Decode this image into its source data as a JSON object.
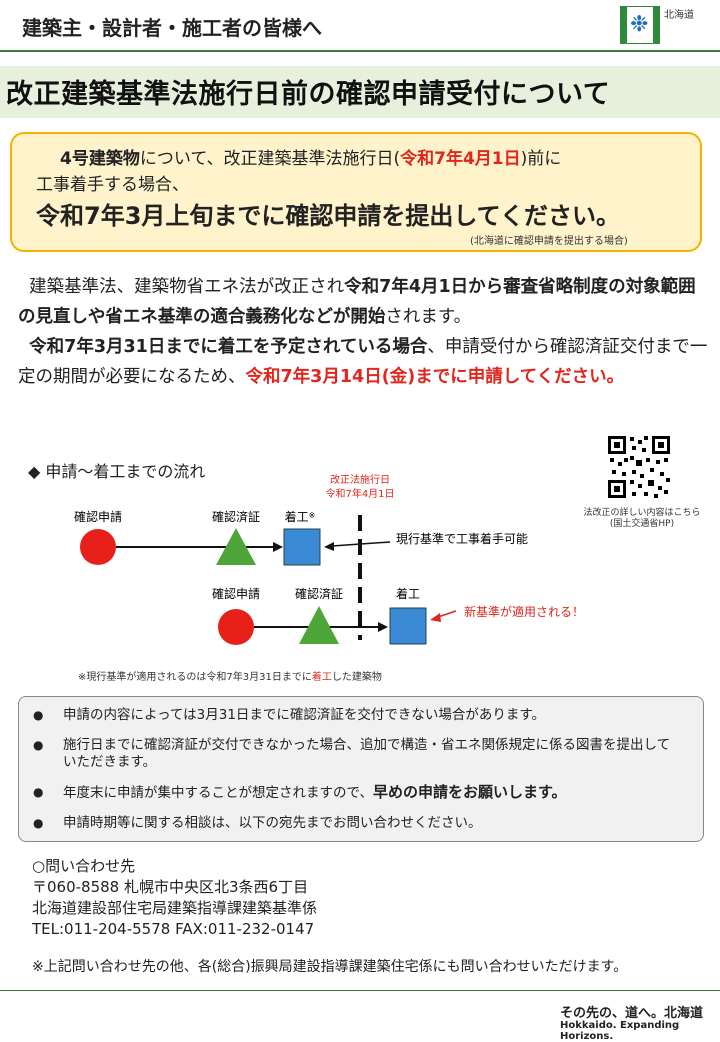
{
  "header": {
    "audience": "建築主・設計者・施工者の皆様へ",
    "logo_text": "北海道"
  },
  "title": "改正建築基準法施行日前の確認申請受付について",
  "notice": {
    "line1_a": "4号建築物",
    "line1_b": "について、改正建築基準法施行日(",
    "line1_date": "令和7年4月1日",
    "line1_c": ")前に",
    "line2": "工事着手する場合、",
    "line3": "令和7年3月上旬までに確認申請を提出してください。",
    "line4": "(北海道に確認申請を提出する場合)"
  },
  "body": {
    "p1_a": "建築基準法、建築物省エネ法が改正され",
    "p1_b": "令和7年4月1日から審査省略",
    "p1_c": "制度の対象範囲の見直しや省エネ基準の適合義務化などが開始",
    "p1_d": "されます。",
    "p2_a": "令和7年3月31日までに着工を予定されている場合",
    "p2_b": "、申請受付から確認済証交付まで一定の期間が必要になるため、",
    "p2_c": "令和7年3月14日(金)までに申請してください。"
  },
  "flow": {
    "title": "◆ 申請～着工までの流れ",
    "enforce_label1": "改正法施行日",
    "enforce_label2": "令和7年4月1日",
    "row1": {
      "apply": "確認申請",
      "certified": "確認済証",
      "start": "着工",
      "start_mark": "※",
      "note": "現行基準で工事着手可能"
    },
    "row2": {
      "apply": "確認申請",
      "certified": "確認済証",
      "start": "着工",
      "note": "新基準が適用される！"
    },
    "footnote_a": "※現行基準が適用されるのは令和7年3月31日までに",
    "footnote_b": "着工",
    "footnote_c": "した建築物",
    "colors": {
      "circle": "#e8201a",
      "triangle": "#4ea63a",
      "square": "#3b8ad6",
      "accent": "#e0261d"
    }
  },
  "qr": {
    "note1": "法改正の詳しい内容はこちら",
    "note2": "(国土交通省HP)"
  },
  "info": {
    "b1": "申請の内容によっては3月31日までに確認済証を交付できない場合があります。",
    "b2": "施行日までに確認済証が交付できなかった場合、追加で構造・省エネ関係規定に係る図書を提出していただきます。",
    "b3_a": "年度末に申請が集中することが想定されますので、",
    "b3_b": "早めの申請をお願いします。",
    "b4": "申請時期等に関する相談は、以下の宛先までお問い合わせください。"
  },
  "contact": {
    "heading": "○問い合わせ先",
    "address": "〒060-8588 札幌市中央区北3条西6丁目",
    "dept": "北海道建設部住宅局建築指導課建築基準係",
    "tel": "TEL:011-204-5578 FAX:011-232-0147",
    "extra": "※上記問い合わせ先の他、各(総合)振興局建設指導課建築住宅係にも問い合わせいただけます。"
  },
  "footer": {
    "slogan": "その先の、道へ。北海道",
    "slogan_en": "Hokkaido. Expanding Horizons."
  }
}
